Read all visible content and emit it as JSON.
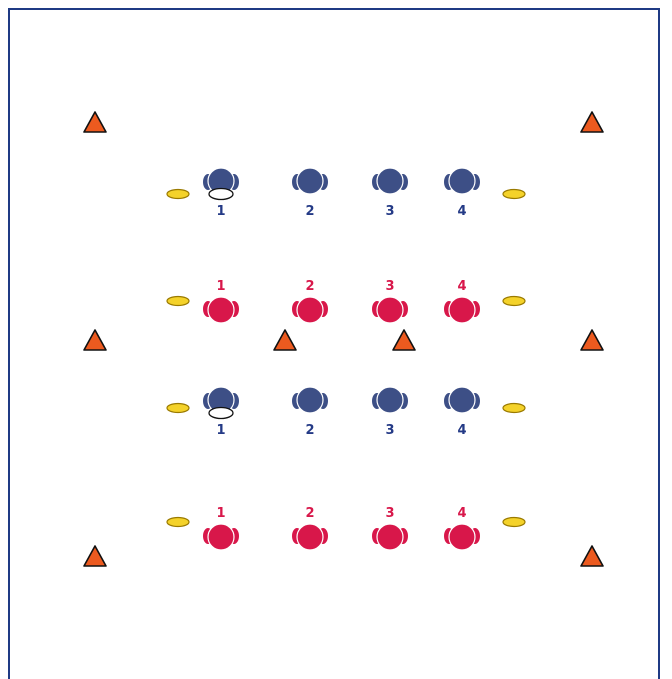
{
  "diagram": {
    "colors": {
      "border": "#1f3a84",
      "cone_fill": "#ec5a1f",
      "cone_stroke": "#111111",
      "disc_fill": "#f4d22a",
      "disc_stroke": "#9a7a00",
      "team_blue": "#3d4f86",
      "team_blue_text": "#243a86",
      "team_red": "#d8174a",
      "team_red_text": "#d8174a",
      "ball_fill": "#ffffff"
    },
    "rows": [
      {
        "team": "blue",
        "numbers_above": false,
        "player_numbers": [
          "1",
          "2",
          "3",
          "4"
        ],
        "player_with_ball": "1"
      },
      {
        "team": "red",
        "numbers_above": true,
        "player_numbers": [
          "1",
          "2",
          "3",
          "4"
        ],
        "player_with_ball": null
      },
      {
        "team": "blue",
        "numbers_above": false,
        "player_numbers": [
          "1",
          "2",
          "3",
          "4"
        ],
        "player_with_ball": "1"
      },
      {
        "team": "red",
        "numbers_above": true,
        "player_numbers": [
          "1",
          "2",
          "3",
          "4"
        ],
        "player_with_ball": null
      }
    ],
    "cone_count": 8,
    "marker_disc_count": 8,
    "icons": [
      "cone-icon",
      "marker-disc-icon",
      "player-icon",
      "ball-icon"
    ]
  }
}
